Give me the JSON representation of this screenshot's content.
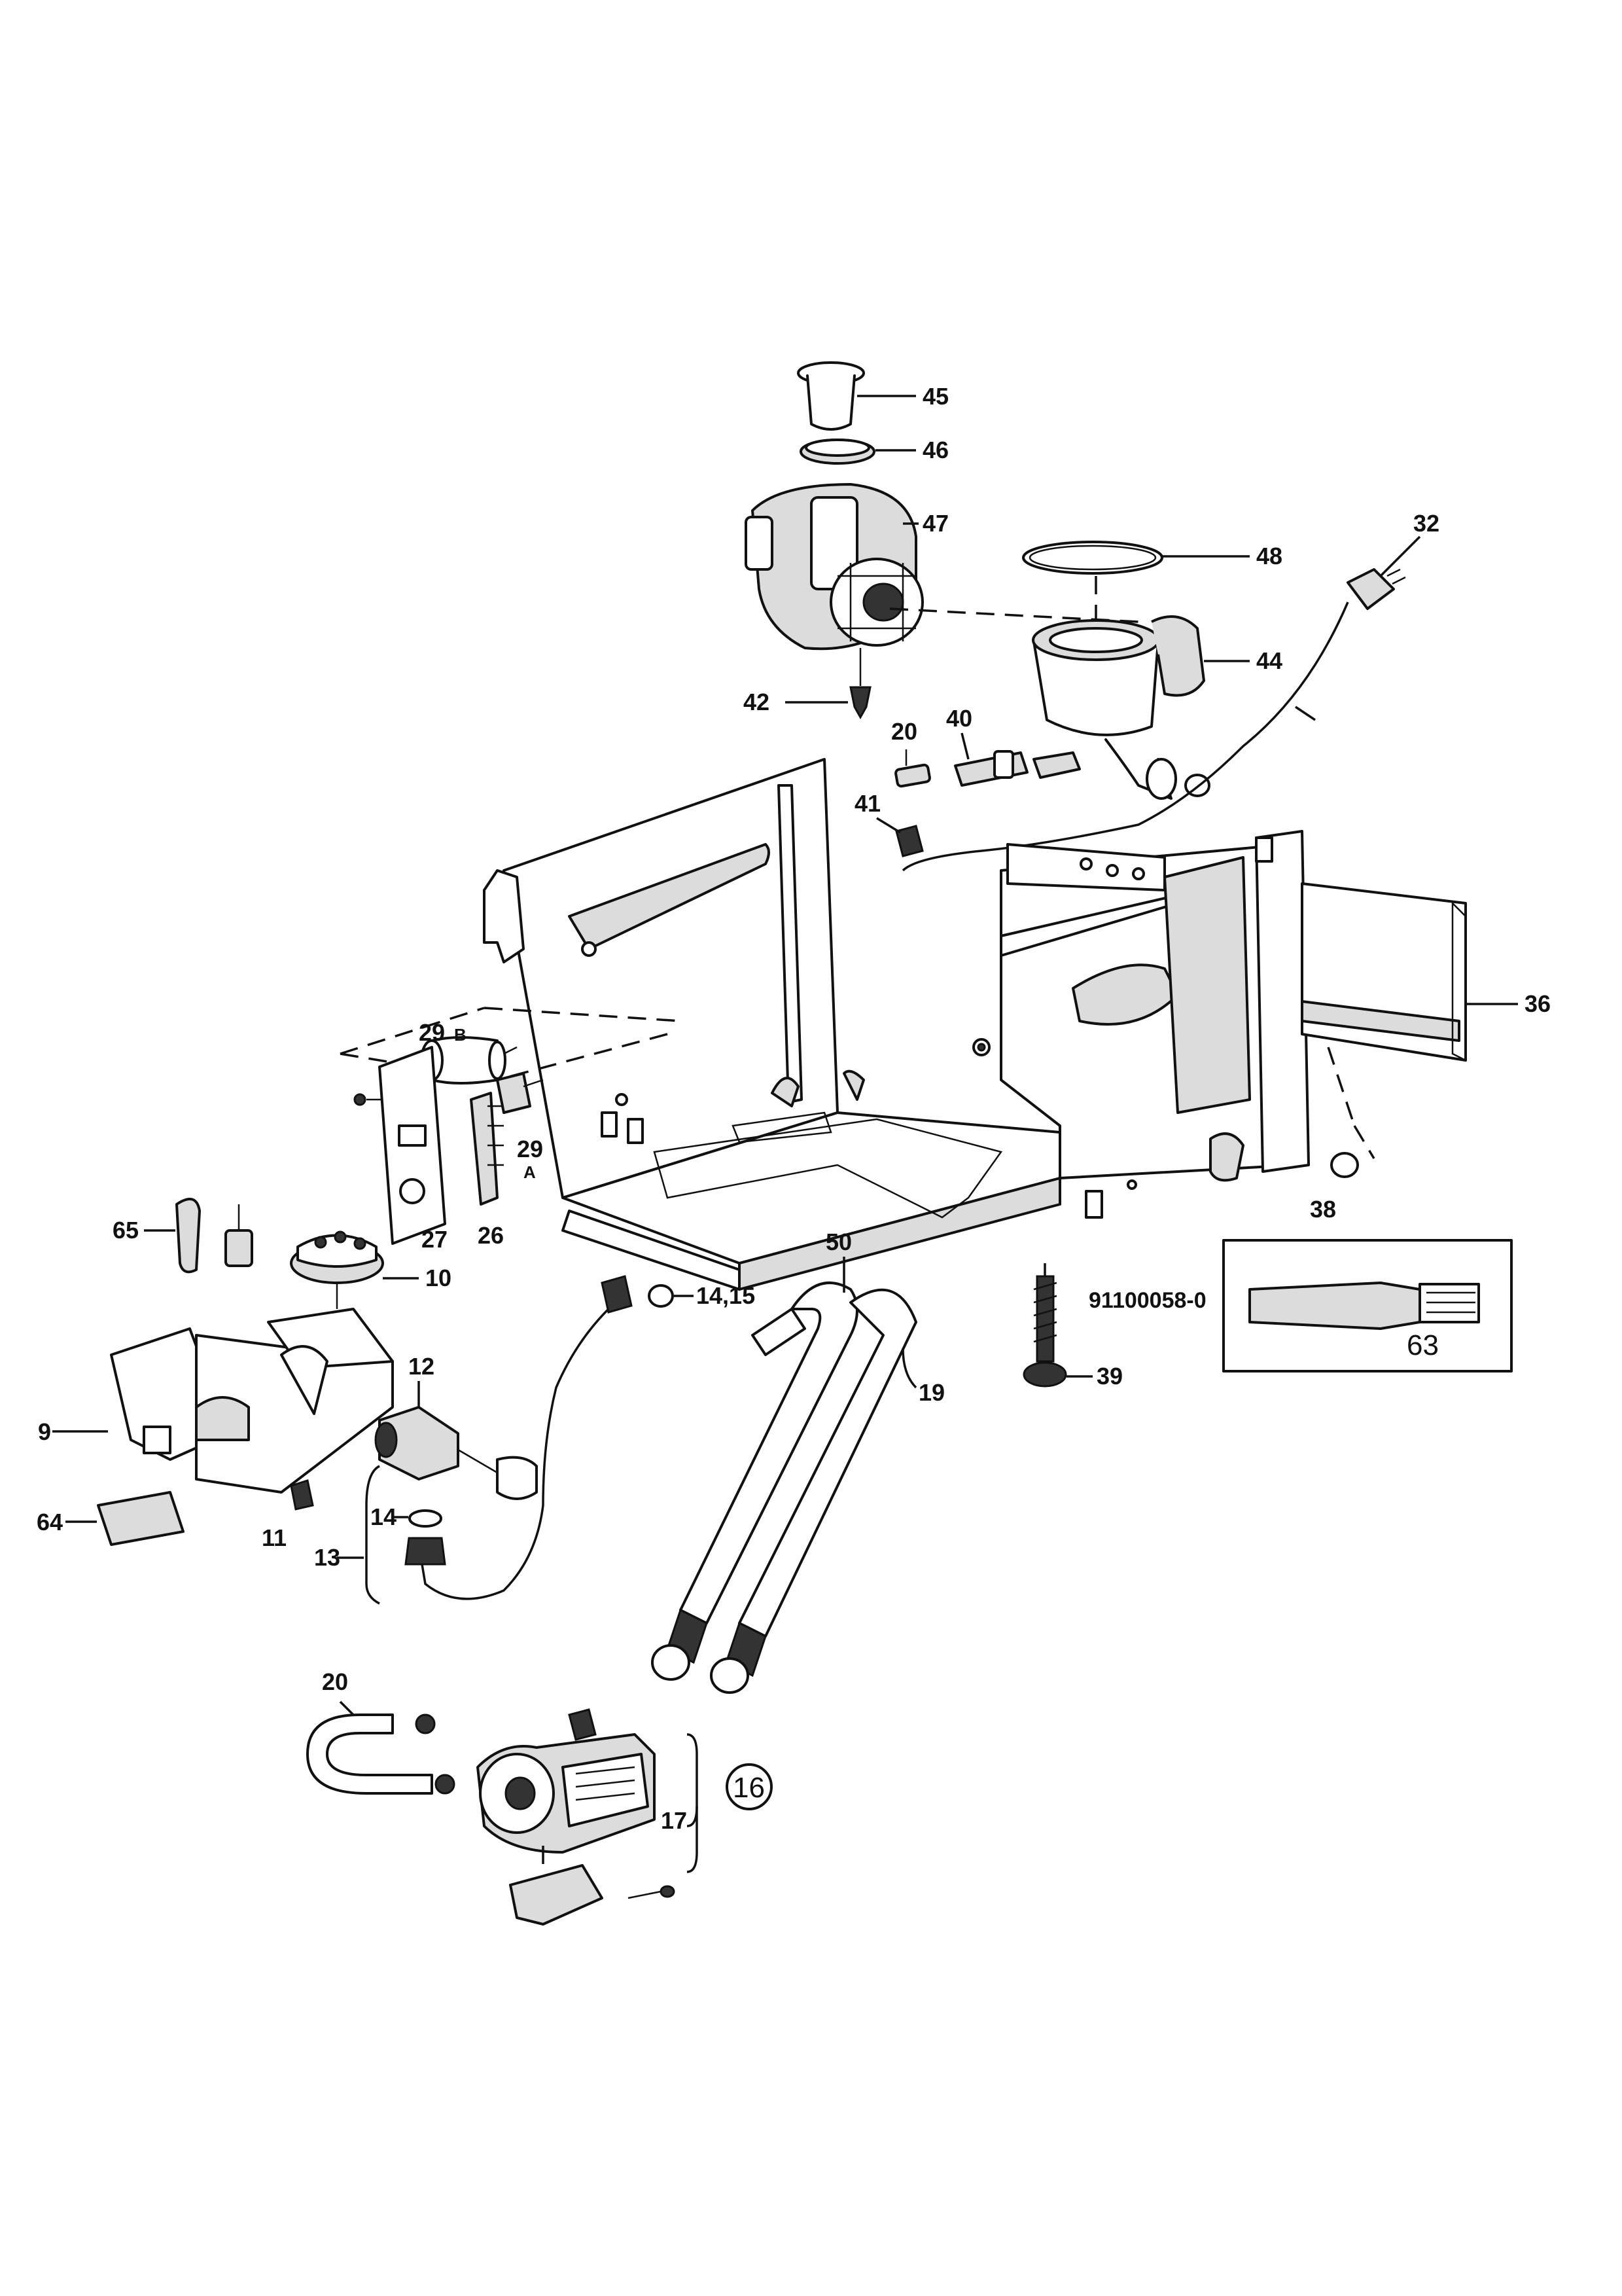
{
  "diagram": {
    "callouts": {
      "c45": "45",
      "c46": "46",
      "c47": "47",
      "c48": "48",
      "c32": "32",
      "c44": "44",
      "c42": "42",
      "c20a": "20",
      "c40": "40",
      "c41": "41",
      "c36": "36",
      "c38": "38",
      "c29b_num": "29",
      "c29b_sub": "B",
      "c29a_num": "29",
      "c29a_sub": "A",
      "c27": "27",
      "c26": "26",
      "c65": "65",
      "c10": "10",
      "c50": "50",
      "c1415": "14,15",
      "c19": "19",
      "c39": "39",
      "c12": "12",
      "c9": "9",
      "c64": "64",
      "c11": "11",
      "c14": "14",
      "c13": "13",
      "c20b": "20",
      "c16": "16",
      "c17": "17",
      "c63": "63"
    },
    "reference_number": "91100058-0"
  }
}
